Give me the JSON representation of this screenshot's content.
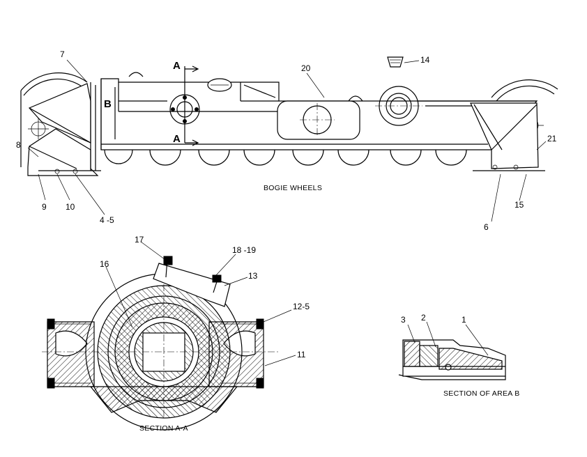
{
  "callouts": {
    "c1": "1",
    "c2": "2",
    "c3": "3",
    "c4_5": "4 -5",
    "c6": "6",
    "c7": "7",
    "c8": "8",
    "c9": "9",
    "c10": "10",
    "c11": "11",
    "c12_5": "12-5",
    "c13": "13",
    "c14": "14",
    "c15": "15",
    "c16": "16",
    "c17": "17",
    "c18_19": "18 -19",
    "c20": "20",
    "c21": "21"
  },
  "section_marks": {
    "a_top": "A",
    "a_bottom": "A",
    "b": "B"
  },
  "captions": {
    "bogie_wheels": "BOGIE WHEELS",
    "section_a_a": "SECTION A-A",
    "section_area_b": "SECTION OF AREA B"
  }
}
